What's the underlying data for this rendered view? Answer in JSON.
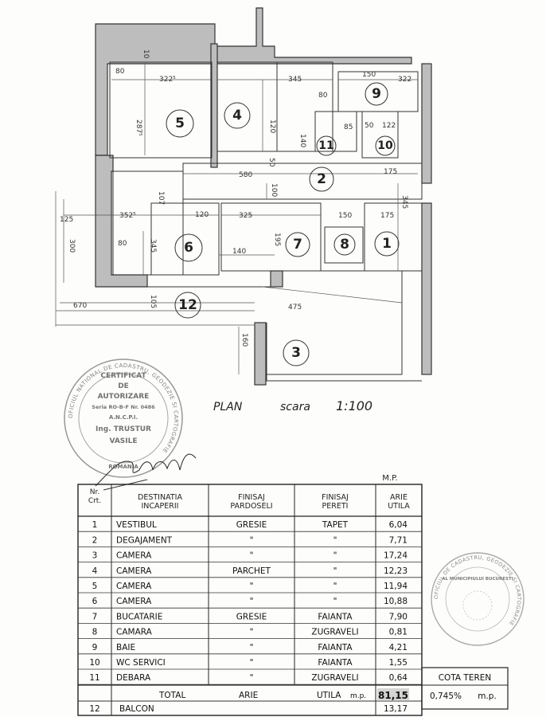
{
  "plan": {
    "title": "PLAN",
    "scale_word": "scara",
    "scale_value": "1:100",
    "dimensions": {
      "d1": "80",
      "d2": "322⁵",
      "d3": "345",
      "d4": "150",
      "d5": "322",
      "d6": "287⁵",
      "d7": "120",
      "d8": "80",
      "d9": "85",
      "d10": "50",
      "d11": "122",
      "d12": "175",
      "d13": "580",
      "d14": "107",
      "d15": "100",
      "d16": "175",
      "d17": "352⁵",
      "d18": "325",
      "d19": "150",
      "d20": "125",
      "d21": "300",
      "d22": "80",
      "d23": "345",
      "d24": "140",
      "d25": "195",
      "d26": "670",
      "d27": "475",
      "d28": "345",
      "d29": "140",
      "d30": "160",
      "d31": "120",
      "d32": "105",
      "d33": "10",
      "d34": "50"
    },
    "rooms": [
      "1",
      "2",
      "3",
      "4",
      "5",
      "6",
      "7",
      "8",
      "9",
      "10",
      "11",
      "12"
    ]
  },
  "stamps": {
    "left_ring": "OFICIUL NATIONAL DE CADASTRU, GEODEZIE SI CARTOGRAFIE",
    "left_center": [
      "CERTIFICAT",
      "DE",
      "AUTORIZARE",
      "Seria RO-B-F Nr. 0486",
      "A.N.C.P.I.",
      "Ing. TRUSTUR",
      "VASILE"
    ],
    "left_bottom": "ROMANIA",
    "right_ring": "OFICIUL DE CADASTRU, GEODEZIE SI CARTOGRAFIE",
    "right_inner": "AL MUNICIPIULUI BUCURESTI"
  },
  "table": {
    "unit_top": "M.P.",
    "headers": {
      "nr": "Nr. Crt.",
      "destinatia": "DESTINATIA INCAPERII",
      "pardoseli": "FINISAJ PARDOSELI",
      "pereti": "FINISAJ PERETI",
      "arie": "ARIE UTILA"
    },
    "rows": [
      {
        "nr": "1",
        "dest": "VESTIBUL",
        "pard": "GRESIE",
        "per": "TAPET",
        "arie": "6,04"
      },
      {
        "nr": "2",
        "dest": "DEGAJAMENT",
        "pard": "\"",
        "per": "\"",
        "arie": "7,71"
      },
      {
        "nr": "3",
        "dest": "CAMERA",
        "pard": "\"",
        "per": "\"",
        "arie": "17,24"
      },
      {
        "nr": "4",
        "dest": "CAMERA",
        "pard": "PARCHET",
        "per": "\"",
        "arie": "12,23"
      },
      {
        "nr": "5",
        "dest": "CAMERA",
        "pard": "\"",
        "per": "\"",
        "arie": "11,94"
      },
      {
        "nr": "6",
        "dest": "CAMERA",
        "pard": "\"",
        "per": "\"",
        "arie": "10,88"
      },
      {
        "nr": "7",
        "dest": "BUCATARIE",
        "pard": "GRESIE",
        "per": "FAIANTA",
        "arie": "7,90"
      },
      {
        "nr": "8",
        "dest": "CAMARA",
        "pard": "\"",
        "per": "ZUGRAVELI",
        "arie": "0,81"
      },
      {
        "nr": "9",
        "dest": "BAIE",
        "pard": "\"",
        "per": "FAIANTA",
        "arie": "4,21"
      },
      {
        "nr": "10",
        "dest": "WC SERVICI",
        "pard": "\"",
        "per": "FAIANTA",
        "arie": "1,55"
      },
      {
        "nr": "11",
        "dest": "DEBARA",
        "pard": "\"",
        "per": "ZUGRAVELI",
        "arie": "0,64"
      }
    ],
    "total_label": "TOTAL",
    "total_arie": "ARIE",
    "total_utila": "UTILA",
    "total_mp": "m.p.",
    "total_value": "81,15",
    "cota_label": "COTA TEREN",
    "cota_value": "0,745%",
    "cota_unit": "m.p.",
    "balcon": {
      "nr": "12",
      "dest": "BALCON",
      "arie": "13,17"
    }
  }
}
